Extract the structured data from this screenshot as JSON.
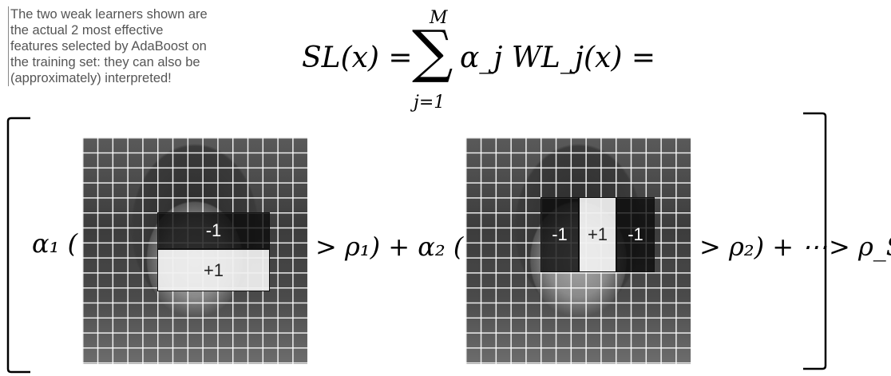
{
  "note": {
    "line1": "The two weak learners shown are",
    "line2": "the actual 2 most effective",
    "line3": "features selected by AdaBoost on",
    "line4": "the training set: they can also be",
    "line5": "(approximately) interpreted!"
  },
  "formula": {
    "lhs": "SL(x) =",
    "sum_upper": "M",
    "sum_symbol": "∑",
    "sum_lower": "j=1",
    "rhs": "α_j WL_j(x) ="
  },
  "expression": {
    "term1_open": "α₁ (",
    "term1_close": "> ρ₁) + α₂ (",
    "term2_close": "> ρ₂) + ⋯",
    "final": "> ρ_SL"
  },
  "feature1": {
    "top_label": "-1",
    "bottom_label": "+1"
  },
  "feature2": {
    "left_label": "-1",
    "center_label": "+1",
    "right_label": "-1"
  }
}
